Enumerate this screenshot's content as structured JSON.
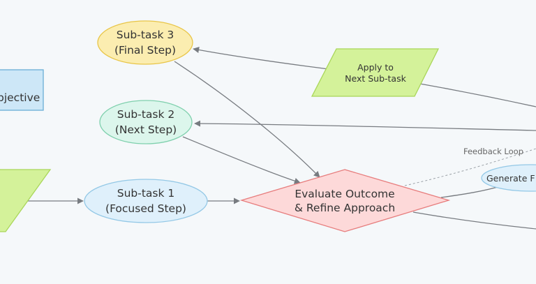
{
  "nodes": {
    "objective": {
      "label": "bjective"
    },
    "subtask3": {
      "line1": "Sub-task 3",
      "line2": "(Final Step)"
    },
    "subtask2": {
      "line1": "Sub-task 2",
      "line2": "(Next Step)"
    },
    "subtask1": {
      "line1": "Sub-task 1",
      "line2": "(Focused Step)"
    },
    "apply": {
      "line1": "Apply to",
      "line2": "Next Sub-task"
    },
    "evaluate": {
      "line1": "Evaluate Outcome",
      "line2": "& Refine Approach"
    },
    "generate": {
      "label": "Generate F"
    }
  },
  "edge_labels": {
    "feedback": "Feedback Loop"
  },
  "colors": {
    "blue_fill": "#cde7f7",
    "blue_stroke": "#6aaed6",
    "yellow_fill": "#fbedb0",
    "yellow_stroke": "#e8c547",
    "mint_fill": "#dcf6ec",
    "mint_stroke": "#7fd0ad",
    "lightblue_fill": "#dff0fb",
    "lightblue_stroke": "#93c8e6",
    "green_fill": "#d4f29a",
    "green_stroke": "#a9d659",
    "red_fill": "#fdd9d9",
    "red_stroke": "#e77d7d",
    "edge": "#777b80"
  }
}
